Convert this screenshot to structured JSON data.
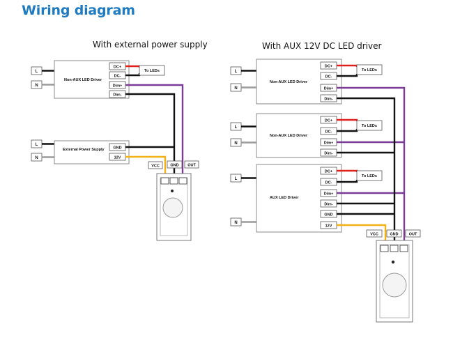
{
  "header": {
    "title": "Wiring diagram"
  },
  "left": {
    "subtitle": "With external power supply",
    "mains": {
      "l": "L",
      "n": "N"
    },
    "non_aux_driver": {
      "name": "Non-AUX  LED  Driver",
      "dc_plus": "DC+",
      "dc_minus": "DC-",
      "dim_plus": "Dim+",
      "dim_minus": "Dim-",
      "to_leds": "To LEDs"
    },
    "psu": {
      "name": "External Power Supply",
      "gnd": "GND",
      "v12": "12V"
    },
    "dimmer": {
      "vcc": "VCC",
      "gnd": "GND",
      "out": "OUT"
    }
  },
  "right": {
    "subtitle": "With AUX 12V DC  LED driver",
    "mains": {
      "l": "L",
      "n": "N"
    },
    "driver1": {
      "name": "Non-AUX LED Driver",
      "dc_plus": "DC+",
      "dc_minus": "DC-",
      "dim_plus": "Dim+",
      "dim_minus": "Dim-",
      "to_leds": "To LEDs"
    },
    "driver2": {
      "name": "Non-AUX LED Driver",
      "dc_plus": "DC+",
      "dc_minus": "DC-",
      "dim_plus": "Dim+",
      "dim_minus": "Dim-",
      "to_leds": "To LEDs"
    },
    "aux_driver": {
      "name": "AUX  LED Driver",
      "dc_plus": "DC+",
      "dc_minus": "DC-",
      "dim_plus": "Dim+",
      "dim_minus": "Dim-",
      "gnd": "GND",
      "v12": "12V",
      "to_leds": "To LEDs"
    },
    "dimmer": {
      "vcc": "VCC",
      "gnd": "GND",
      "out": "OUT"
    }
  },
  "colors": {
    "title": "#1f7bc1",
    "live_wire": "#111111",
    "neutral_wire": "#9a9a9a",
    "dc_plus_wire": "#e0201c",
    "dim_plus_wire": "#7b3c98",
    "v12_wire": "#f2b215"
  }
}
